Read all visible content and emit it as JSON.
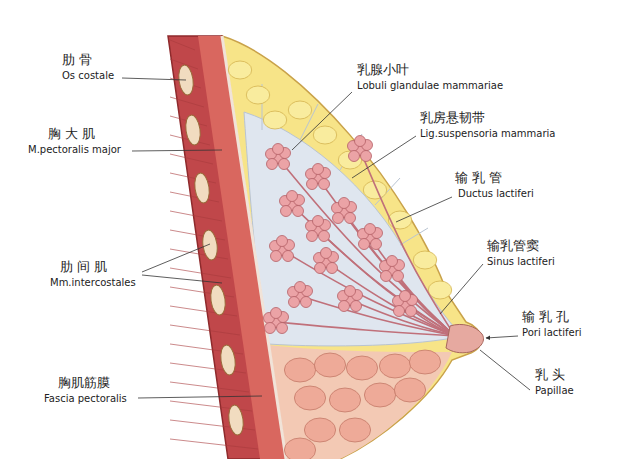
{
  "diagram": {
    "labels": [
      "肋 骨",
      "Os costale",
      "胸 大 肌",
      "M.pectoralis major",
      "肋 间 肌",
      "Mm.intercostales",
      "胸肌筋膜",
      "Fascia pectoralis",
      "乳腺小叶",
      "Lobuli glandulae mammariae",
      "乳房悬韧带",
      "Lig.suspensoria mammaria",
      "输 乳 管",
      "Ductus lactiferi",
      "输乳管窦",
      "Sinus lactiferi",
      "输 乳 孔",
      "Pori lactiferi",
      "乳 头",
      "Papillae"
    ]
  }
}
